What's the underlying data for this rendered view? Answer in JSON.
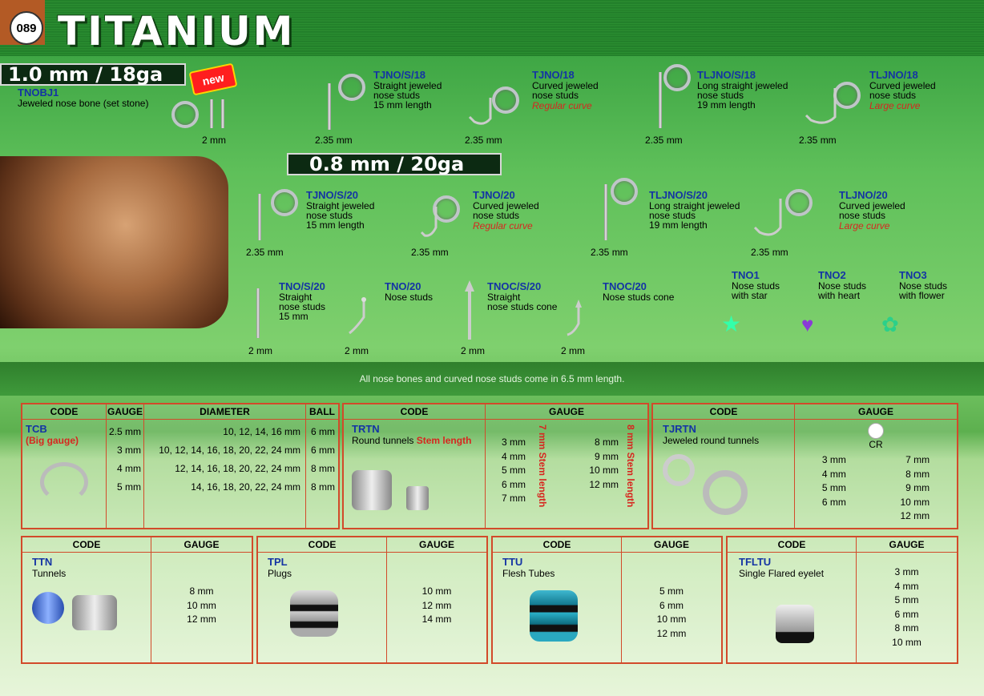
{
  "header": {
    "page_number": "089",
    "title": "TITANIUM"
  },
  "sections": {
    "ga18": "1.0 mm / 18ga",
    "ga20": "0.8 mm / 20ga",
    "new_badge": "new"
  },
  "products_18": [
    {
      "code": "TNOBJ1",
      "desc1": "Jeweled nose bone (set stone)",
      "desc2": "",
      "desc3": "",
      "size": "2 mm"
    },
    {
      "code": "TJNO/S/18",
      "desc1": "Straight jeweled",
      "desc2": "nose studs",
      "desc3": "15 mm length",
      "size": "2.35 mm"
    },
    {
      "code": "TJNO/18",
      "desc1": "Curved jeweled",
      "desc2": "nose studs",
      "desc3": "Regular curve",
      "size": "2.35 mm"
    },
    {
      "code": "TLJNO/S/18",
      "desc1": "Long straight jeweled",
      "desc2": "nose studs",
      "desc3": "19 mm length",
      "size": "2.35 mm"
    },
    {
      "code": "TLJNO/18",
      "desc1": "Curved jeweled",
      "desc2": "nose studs",
      "desc3": "Large curve",
      "size": "2.35 mm"
    }
  ],
  "products_20": [
    {
      "code": "TJNO/S/20",
      "desc1": "Straight jeweled",
      "desc2": "nose studs",
      "desc3": "15 mm length",
      "size": "2.35 mm"
    },
    {
      "code": "TJNO/20",
      "desc1": "Curved jeweled",
      "desc2": "nose studs",
      "desc3": "Regular curve",
      "size": "2.35 mm"
    },
    {
      "code": "TLJNO/S/20",
      "desc1": "Long straight jeweled",
      "desc2": "nose studs",
      "desc3": "19 mm length",
      "size": "2.35 mm"
    },
    {
      "code": "TLJNO/20",
      "desc1": "Curved jeweled",
      "desc2": "nose studs",
      "desc3": "Large curve",
      "size": "2.35 mm"
    }
  ],
  "products_plain": [
    {
      "code": "TNO/S/20",
      "desc1": "Straight",
      "desc2": "nose studs",
      "desc3": "15 mm",
      "size": "2 mm"
    },
    {
      "code": "TNO/20",
      "desc1": "Nose studs",
      "desc2": "",
      "desc3": "",
      "size": "2 mm"
    },
    {
      "code": "TNOC/S/20",
      "desc1": "Straight",
      "desc2": "nose studs cone",
      "desc3": "",
      "size": "2 mm"
    },
    {
      "code": "TNOC/20",
      "desc1": "Nose studs cone",
      "desc2": "",
      "desc3": "",
      "size": "2 mm"
    }
  ],
  "products_shapes": [
    {
      "code": "TNO1",
      "desc1": "Nose studs",
      "desc2": "with star"
    },
    {
      "code": "TNO2",
      "desc1": "Nose studs",
      "desc2": "with heart"
    },
    {
      "code": "TNO3",
      "desc1": "Nose studs",
      "desc2": "with flower"
    }
  ],
  "note": "All nose bones and curved nose studs come in 6.5 mm length.",
  "tcb": {
    "headers": [
      "CODE",
      "GAUGE",
      "DIAMETER",
      "BALL"
    ],
    "code": "TCB",
    "sub": "(Big gauge)",
    "rows": [
      [
        "2.5 mm",
        "10, 12, 14, 16 mm",
        "6 mm"
      ],
      [
        "3 mm",
        "10, 12, 14, 16, 18, 20, 22, 24 mm",
        "6 mm"
      ],
      [
        "4 mm",
        "12, 14, 16, 18, 20, 22, 24 mm",
        "8 mm"
      ],
      [
        "5 mm",
        "14, 16, 18, 20, 22, 24 mm",
        "8 mm"
      ]
    ]
  },
  "trtn": {
    "headers": [
      "CODE",
      "GAUGE"
    ],
    "code": "TRTN",
    "desc": "Round tunnels",
    "stem": "Stem length",
    "col1": [
      "3 mm",
      "4 mm",
      "5 mm",
      "6 mm",
      "7 mm"
    ],
    "stem1": "7 mm Stem length",
    "col2": [
      "8 mm",
      "9 mm",
      "10 mm",
      "12 mm"
    ],
    "stem2": "8 mm Stem length"
  },
  "tjrtn": {
    "headers": [
      "CODE",
      "GAUGE"
    ],
    "code": "TJRTN",
    "desc": "Jeweled round tunnels",
    "cr": "CR",
    "col1": [
      "3 mm",
      "4 mm",
      "5 mm",
      "6 mm"
    ],
    "col2": [
      "7 mm",
      "8 mm",
      "9 mm",
      "10 mm",
      "12 mm"
    ]
  },
  "bottom": [
    {
      "headers": [
        "CODE",
        "GAUGE"
      ],
      "code": "TTN",
      "desc": "Tunnels",
      "gauges": [
        "8 mm",
        "10 mm",
        "12 mm"
      ]
    },
    {
      "headers": [
        "CODE",
        "GAUGE"
      ],
      "code": "TPL",
      "desc": "Plugs",
      "gauges": [
        "10 mm",
        "12 mm",
        "14 mm"
      ]
    },
    {
      "headers": [
        "CODE",
        "GAUGE"
      ],
      "code": "TTU",
      "desc": "Flesh Tubes",
      "gauges": [
        "5 mm",
        "6 mm",
        "10 mm",
        "12 mm"
      ]
    },
    {
      "headers": [
        "CODE",
        "GAUGE"
      ],
      "code": "TFLTU",
      "desc": "Single Flared eyelet",
      "gauges": [
        "3 mm",
        "4 mm",
        "5 mm",
        "6 mm",
        "8 mm",
        "10 mm"
      ]
    }
  ],
  "colors": {
    "code_blue": "#1434a4",
    "red": "#d7261f",
    "border": "#d24a2a",
    "dark_green": "#0c2a12"
  }
}
